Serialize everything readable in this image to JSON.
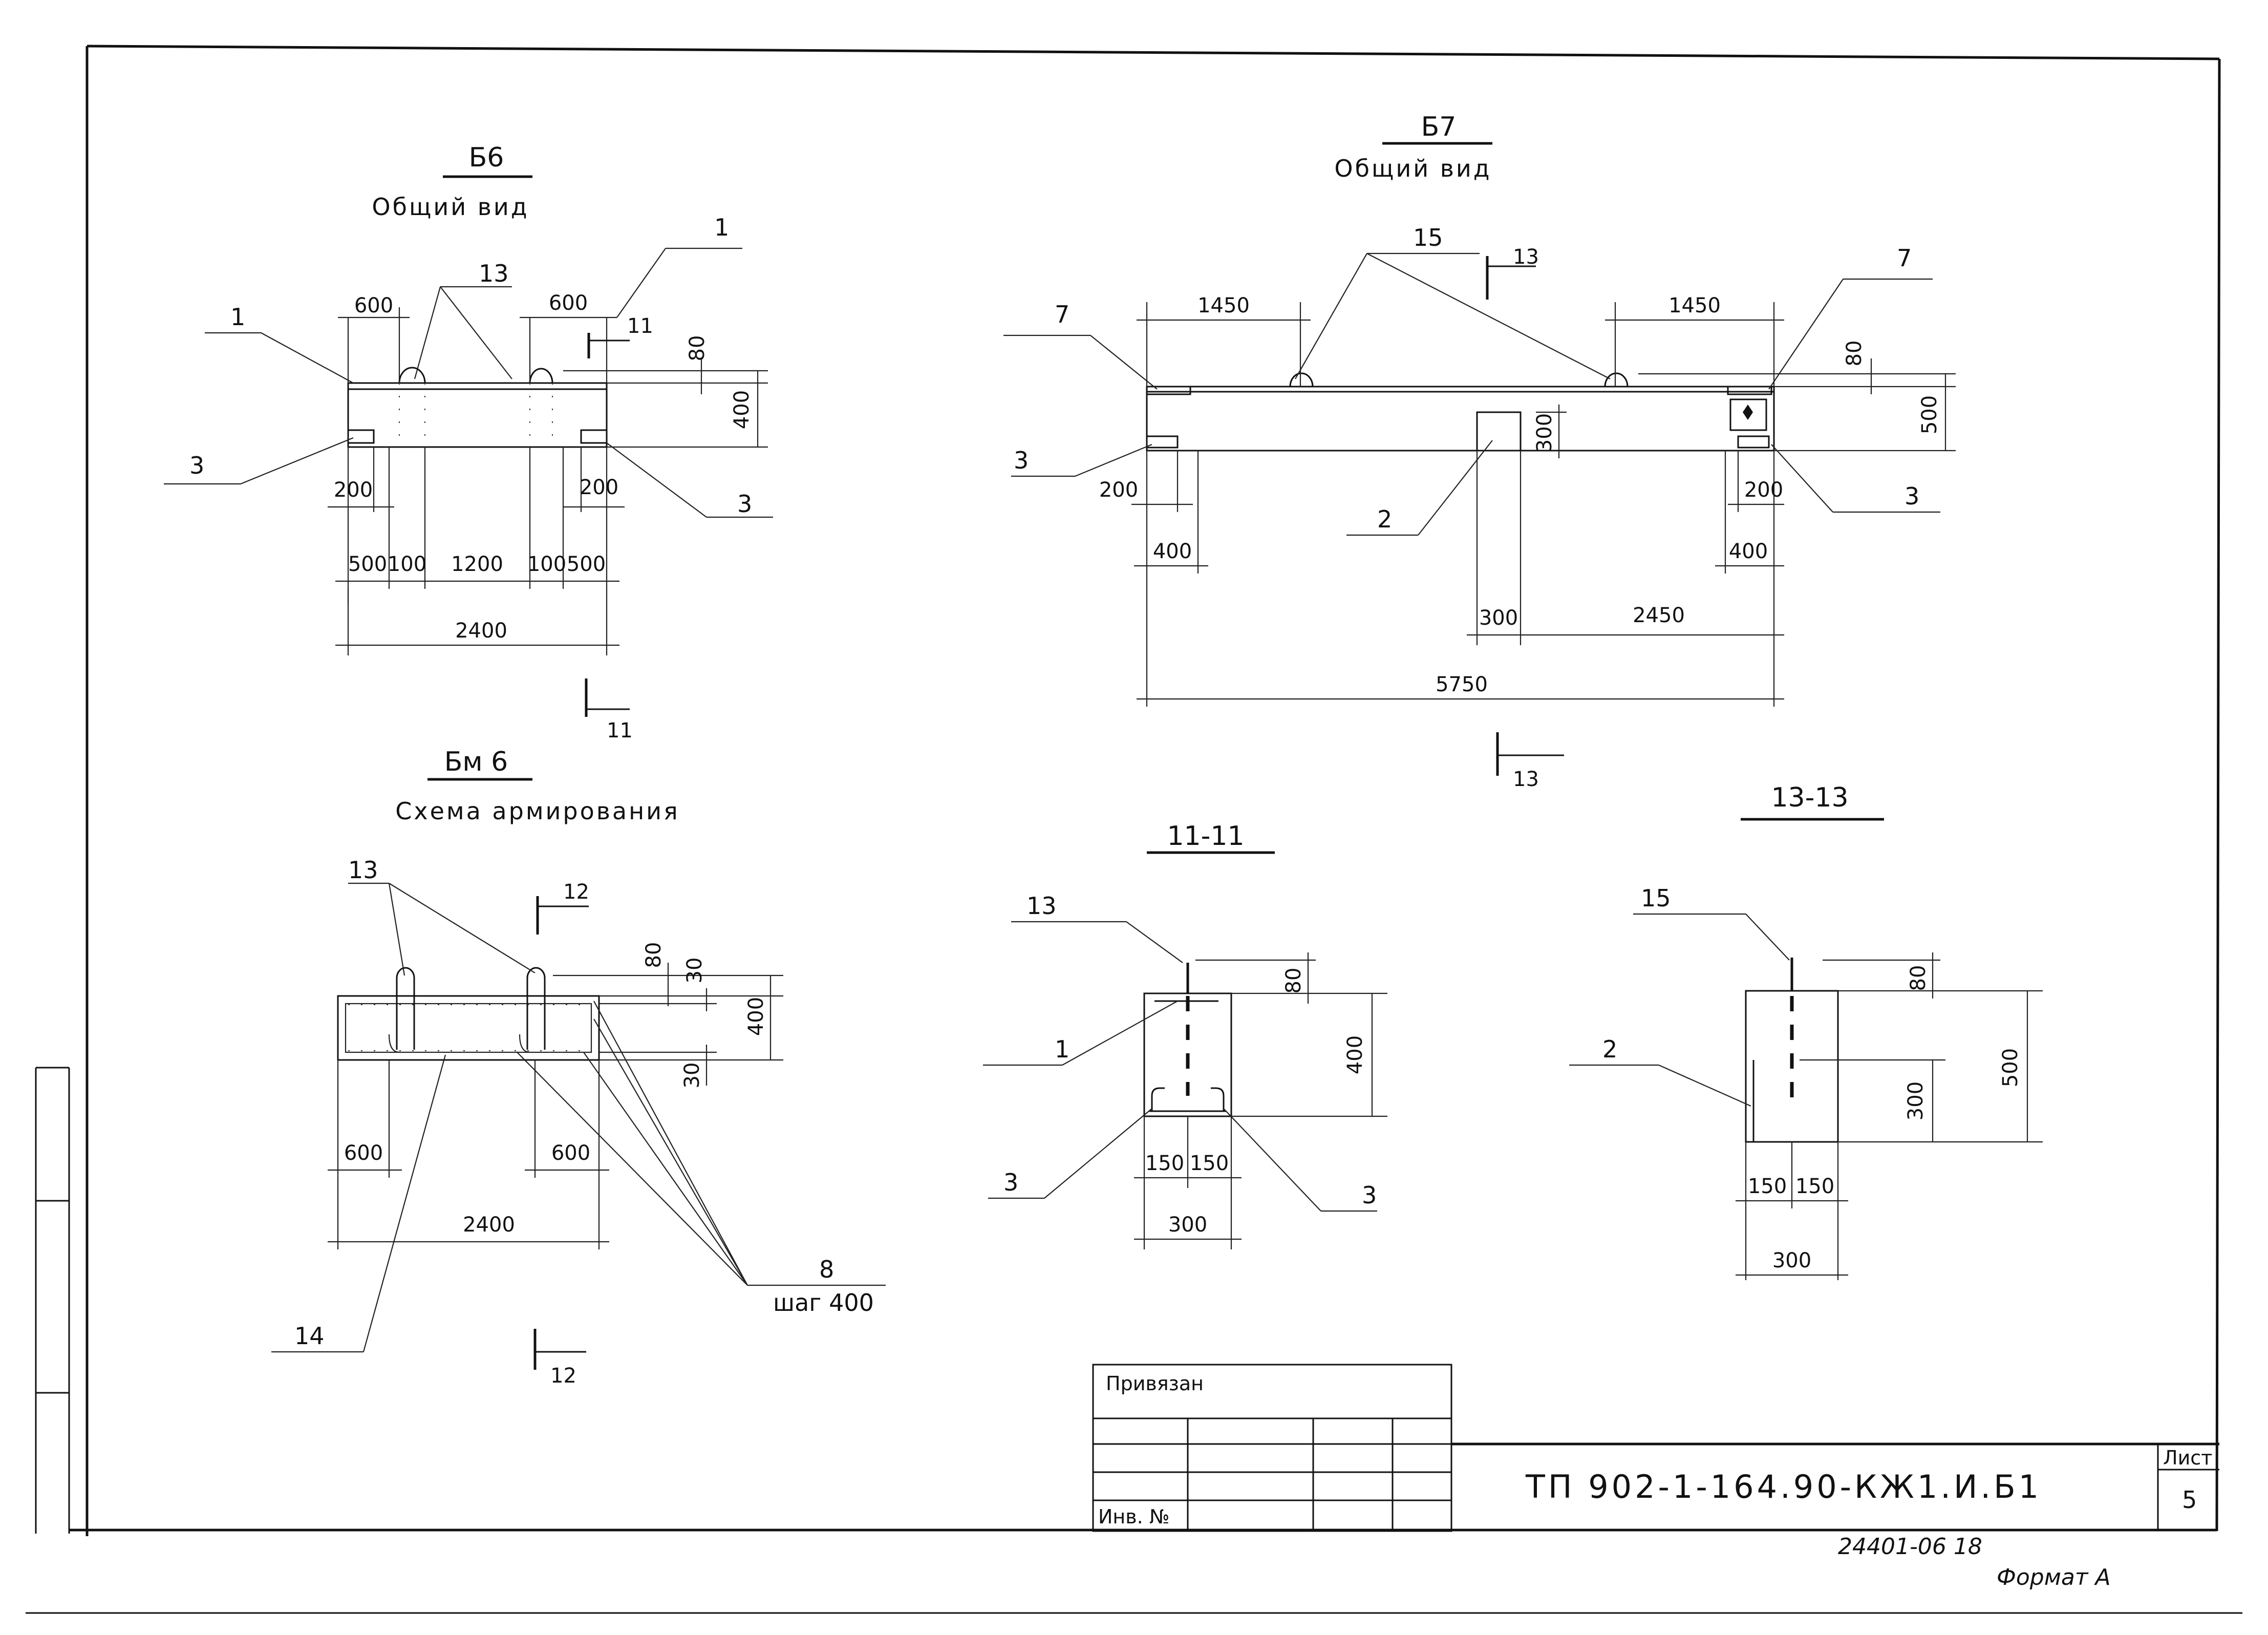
{
  "b6": {
    "title": "Б6",
    "subtitle": "Общий вид",
    "dims": {
      "d600l": "600",
      "d600r": "600",
      "d80": "80",
      "d400": "400",
      "d200l": "200",
      "d200r": "200",
      "d500l": "500",
      "d100l": "100",
      "d1200": "1200",
      "d100r": "100",
      "d500r": "500",
      "d2400": "2400"
    },
    "labels": {
      "l1a": "1",
      "l1b": "1",
      "l13": "13",
      "l3l": "3",
      "l3r": "3",
      "sec11top": "11",
      "sec11bot": "11"
    }
  },
  "b7": {
    "title": "Б7",
    "subtitle": "Общий вид",
    "dims": {
      "d1450l": "1450",
      "d1450r": "1450",
      "d80": "80",
      "d500": "500",
      "d300v": "300",
      "d200l": "200",
      "d200r": "200",
      "d400l": "400",
      "d400r": "400",
      "d300": "300",
      "d2450": "2450",
      "d5750": "5750"
    },
    "labels": {
      "l7l": "7",
      "l7r": "7",
      "l15": "15",
      "l3l": "3",
      "l3r": "3",
      "l2": "2",
      "sec13top": "13",
      "sec13bot": "13"
    }
  },
  "bm6": {
    "title": "Бм 6",
    "subtitle": "Схема армирования",
    "dims": {
      "d80": "80",
      "d30t": "30",
      "d400": "400",
      "d30b": "30",
      "d600l": "600",
      "d600r": "600",
      "d2400": "2400"
    },
    "labels": {
      "l13": "13",
      "l14": "14",
      "l8": "8",
      "step": "шаг 400",
      "sec12top": "12",
      "sec12bot": "12"
    }
  },
  "s11": {
    "title": "11-11",
    "dims": {
      "d80": "80",
      "d400": "400",
      "d150l": "150",
      "d150r": "150",
      "d300": "300"
    },
    "labels": {
      "l13": "13",
      "l1": "1",
      "l3l": "3",
      "l3r": "3"
    }
  },
  "s13": {
    "title": "13-13",
    "dims": {
      "d80": "80",
      "d500": "500",
      "d300v": "300",
      "d150l": "150",
      "d150r": "150",
      "d300": "300"
    },
    "labels": {
      "l15": "15",
      "l2": "2"
    }
  },
  "stamp": {
    "attached": "Привязан",
    "inv": "Инв. №",
    "code": "ТП 902-1-164.90-КЖ1.И.Б1",
    "sheet_label": "Лист",
    "sheet_no": "5"
  },
  "footer": {
    "archive": "24401-06 18",
    "format": "Формат А"
  }
}
